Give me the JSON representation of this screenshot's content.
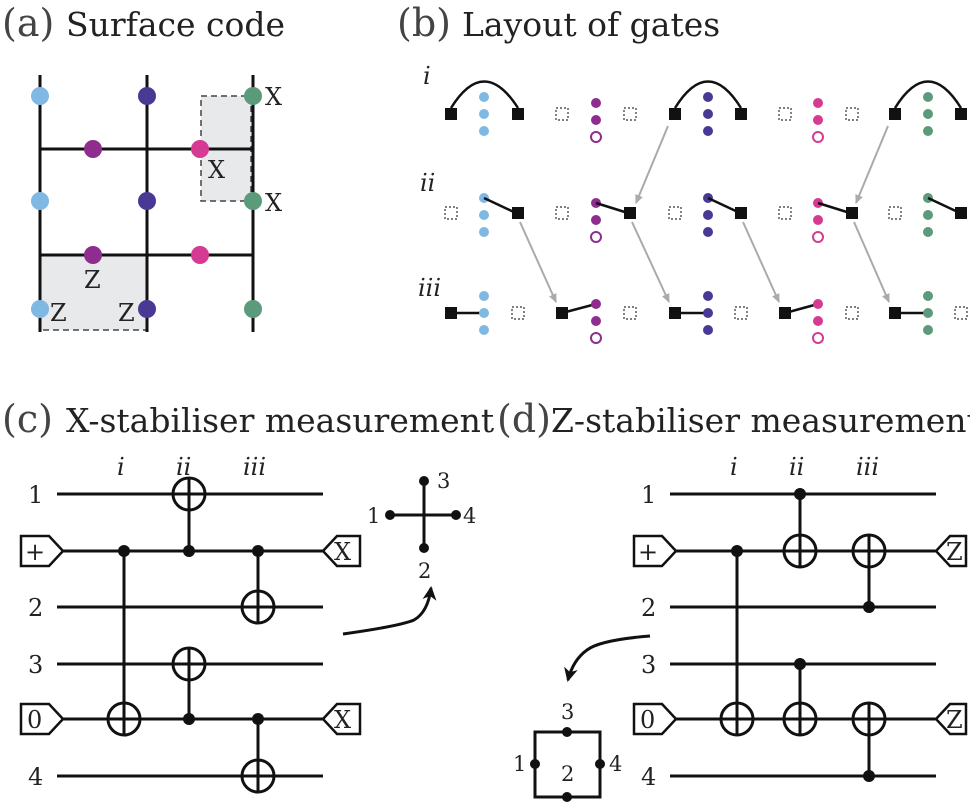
{
  "panel_a": {
    "tag": "(a)",
    "title": "Surface code",
    "labels": {
      "x_top": "X",
      "x_mid": "X",
      "x_in_box": "X",
      "z_center": "Z",
      "z_left": "Z",
      "z_right": "Z"
    }
  },
  "panel_b": {
    "tag": "(b)",
    "title": "Layout of gates",
    "rows": [
      "i",
      "ii",
      "iii"
    ]
  },
  "panel_c": {
    "tag": "(c)",
    "title": "X-stabiliser measurement",
    "steps": [
      "i",
      "ii",
      "iii"
    ],
    "wires": [
      "1",
      "2",
      "3",
      "4"
    ],
    "prep_plus": "+",
    "prep_zero": "0",
    "meas_top": "X",
    "meas_bottom": "X",
    "inset_labels": [
      "1",
      "2",
      "3",
      "4"
    ]
  },
  "panel_d": {
    "tag": "(d)",
    "title": "Z-stabiliser measurement",
    "steps": [
      "i",
      "ii",
      "iii"
    ],
    "wires": [
      "1",
      "2",
      "3",
      "4"
    ],
    "prep_plus": "+",
    "prep_zero": "0",
    "meas_top": "Z",
    "meas_bottom": "Z",
    "inset_labels": [
      "1",
      "2",
      "3",
      "4"
    ]
  },
  "colors": {
    "light_blue": "#7fb8e3",
    "magenta": "#d63a92",
    "purple": "#8e2d8e",
    "dark_purple": "#4a3895",
    "green": "#5b9a7a",
    "gray_box": "#e8e9eb",
    "arrow_gray": "#aaaaaa"
  }
}
